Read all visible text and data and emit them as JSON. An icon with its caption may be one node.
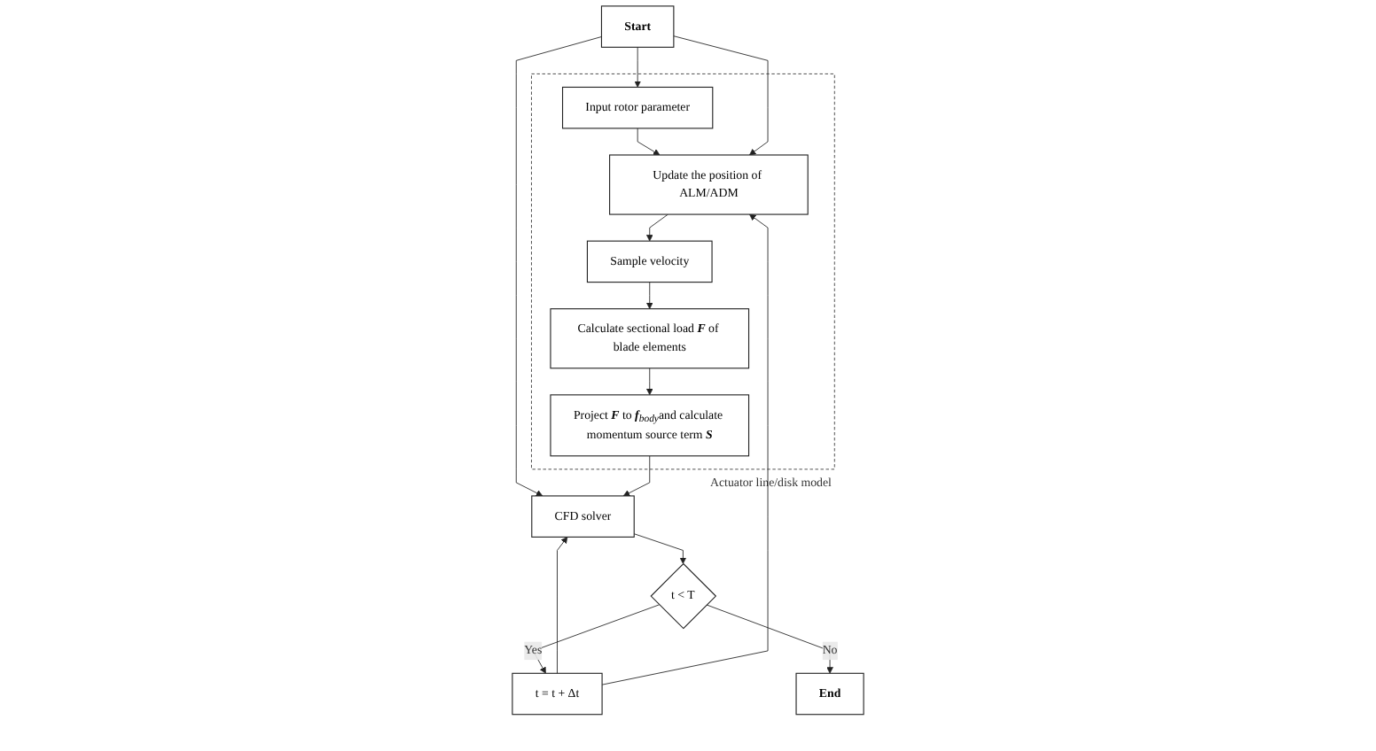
{
  "diagram": {
    "nodes": [
      {
        "text": [
          "Start"
        ]
      },
      {
        "text": [
          "t = t + Δt"
        ]
      },
      {
        "text": [
          "CFD solver"
        ]
      },
      {
        "text": [
          "t < T"
        ]
      },
      {
        "text": [
          "End"
        ]
      },
      {
        "text": [
          "Actuator line/disk model"
        ]
      },
      {
        "text": [
          "Input rotor parameter"
        ],
        "in": 5
      },
      {
        "text": [
          "Update the position of ALM/ADM"
        ],
        "in": 5
      },
      {
        "text": [
          "Sample velocity"
        ],
        "in": 5
      },
      {
        "text": [
          "Calculate sectional load **F** of blade elements"
        ],
        "in": 5
      },
      {
        "text": [
          "Project **F** to **f**$_{body}$and calculate momentum source term **S**"
        ],
        "in": 5
      }
    ],
    "edges": [
      {
        "from": 0,
        "to": 6,
        "arrow": "to"
      },
      {
        "from": 6,
        "to": 7,
        "arrow": "to"
      },
      {
        "from": 0,
        "to": 2,
        "arrow": "to"
      },
      {
        "from": 0,
        "to": 7,
        "arrow": "to"
      },
      {
        "from": 1,
        "to": 2,
        "arrow": "to"
      },
      {
        "from": 1,
        "to": 7,
        "arrow": "to"
      },
      {
        "from": 7,
        "to": 8,
        "arrow": "to"
      },
      {
        "from": 8,
        "to": 9,
        "arrow": "to"
      },
      {
        "from": 9,
        "to": 10,
        "arrow": "to"
      },
      {
        "from": 10,
        "to": 2,
        "arrow": "to"
      },
      {
        "from": 2,
        "to": 3,
        "arrow": "to"
      },
      {
        "from": 3,
        "to": 1,
        "label": "Yes",
        "arrow": "to"
      },
      {
        "from": 3,
        "to": 4,
        "label": "No",
        "arrow": "to"
      }
    ]
  }
}
